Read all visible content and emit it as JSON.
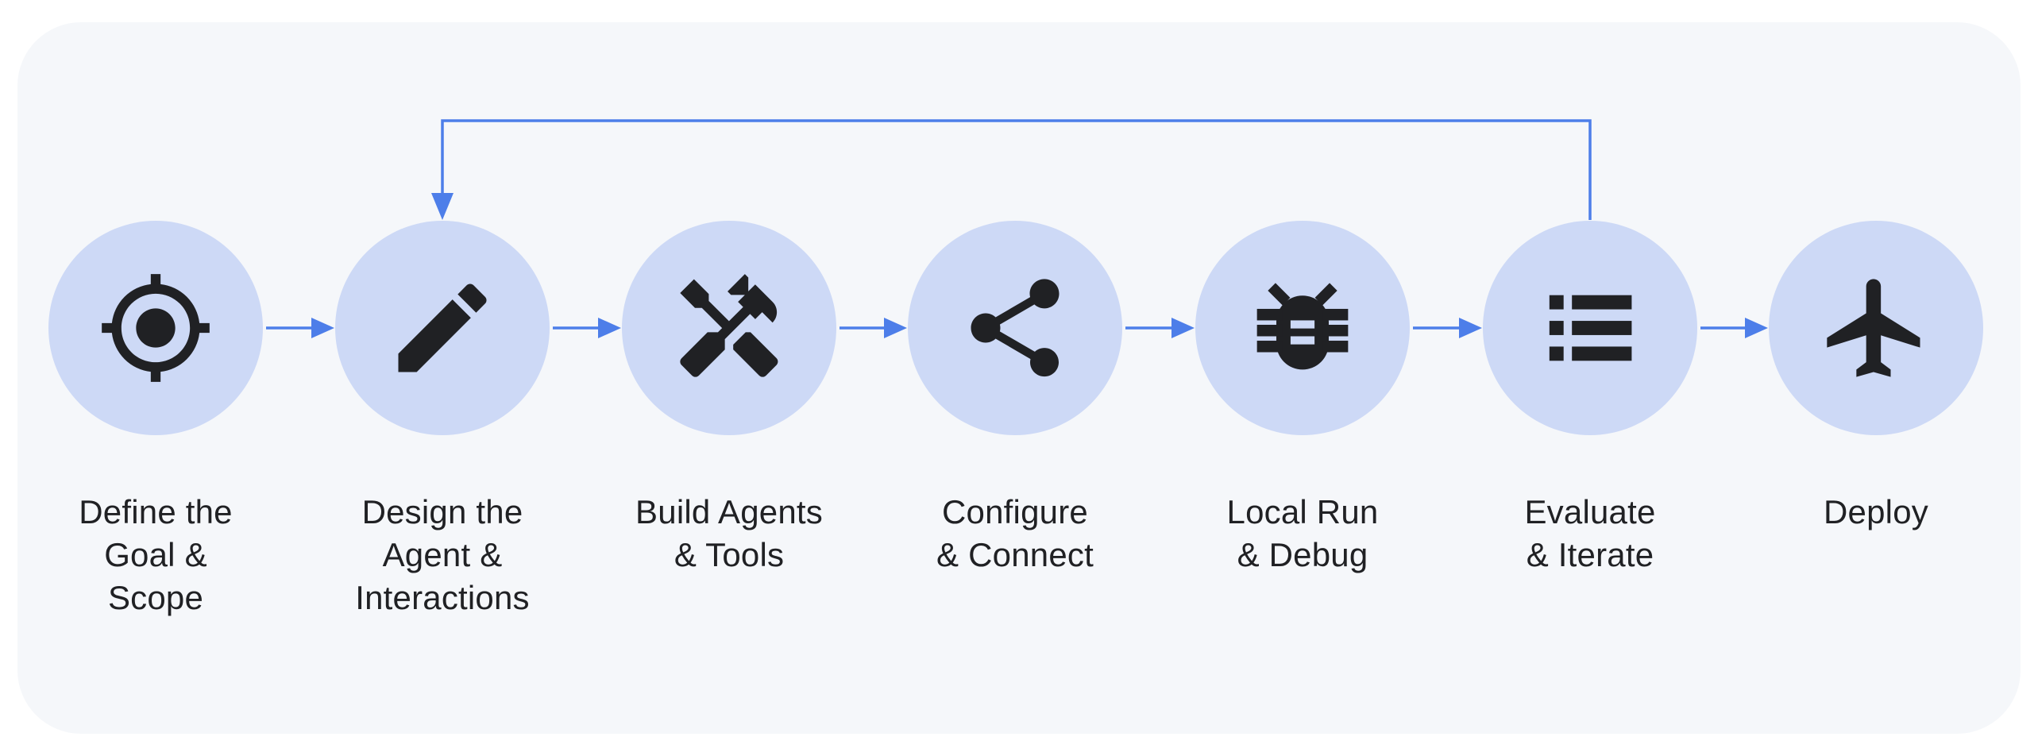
{
  "diagram": {
    "kind": "workflow-flowchart",
    "direction": "left-to-right",
    "step_count": 7
  },
  "nodes": [
    {
      "id": "define-goal",
      "label": "Define the\nGoal &\nScope",
      "icon": "target-icon"
    },
    {
      "id": "design-agent",
      "label": "Design the\nAgent &\nInteractions",
      "icon": "pencil-icon"
    },
    {
      "id": "build-agents",
      "label": "Build Agents\n& Tools",
      "icon": "handyman-icon"
    },
    {
      "id": "configure-connect",
      "label": "Configure\n& Connect",
      "icon": "share-icon"
    },
    {
      "id": "local-run-debug",
      "label": "Local Run\n& Debug",
      "icon": "bug-icon"
    },
    {
      "id": "evaluate-iterate",
      "label": "Evaluate\n& Iterate",
      "icon": "list-icon"
    },
    {
      "id": "deploy",
      "label": "Deploy",
      "icon": "flight-icon"
    }
  ],
  "edges": {
    "forward": [
      {
        "from": "define-goal",
        "to": "design-agent"
      },
      {
        "from": "design-agent",
        "to": "build-agents"
      },
      {
        "from": "build-agents",
        "to": "configure-connect"
      },
      {
        "from": "configure-connect",
        "to": "local-run-debug"
      },
      {
        "from": "local-run-debug",
        "to": "evaluate-iterate"
      },
      {
        "from": "evaluate-iterate",
        "to": "deploy"
      }
    ],
    "feedback": {
      "from": "evaluate-iterate",
      "to": "design-agent"
    }
  },
  "colors": {
    "page_bg": "#ffffff",
    "card_bg": "#f5f7fa",
    "node_fill": "#cdd9f6",
    "icon": "#202124",
    "label_text": "#202124",
    "arrow": "#4d7ee9"
  }
}
